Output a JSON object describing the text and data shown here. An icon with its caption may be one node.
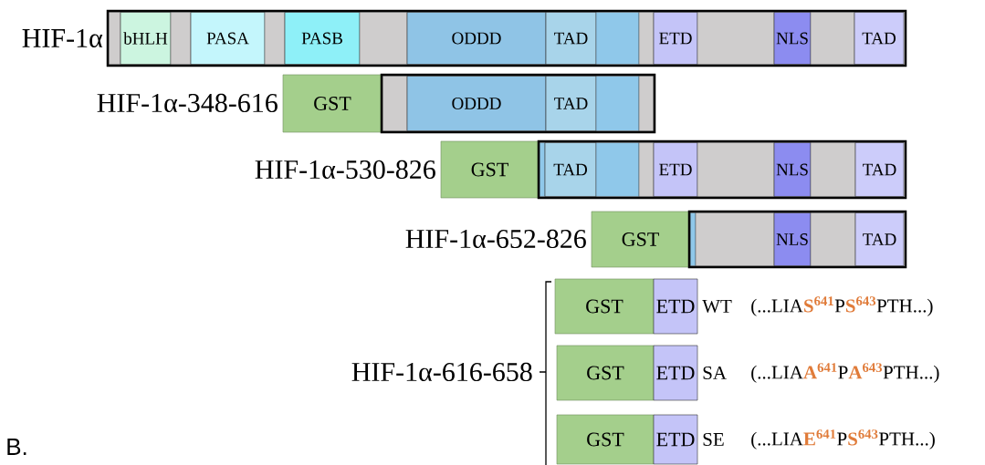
{
  "diagram": {
    "nodes": [
      {
        "text": [],
        "shape": "box"
      },
      {
        "text": [],
        "shape": "box",
        "in": 0
      },
      {
        "text": [
          "bHLH"
        ],
        "in": 0
      },
      {
        "text": [],
        "shape": "box",
        "in": 0
      },
      {
        "text": [
          "PASA"
        ],
        "in": 0
      },
      {
        "text": [],
        "shape": "box",
        "in": 0
      },
      {
        "text": [
          "PASB"
        ],
        "in": 0
      },
      {
        "text": [],
        "shape": "box",
        "in": 0
      },
      {
        "text": [
          "ODDD"
        ],
        "in": 0
      },
      {
        "text": [
          "TAD"
        ],
        "in": 0
      },
      {
        "text": [],
        "shape": "box",
        "in": 0
      },
      {
        "text": [],
        "shape": "box",
        "in": 0
      },
      {
        "text": [
          "ETD"
        ],
        "in": 0
      },
      {
        "text": [],
        "shape": "box",
        "in": 0
      },
      {
        "text": [
          "NLS"
        ],
        "in": 0
      },
      {
        "text": [],
        "shape": "box",
        "in": 0
      },
      {
        "text": [
          "TAD"
        ],
        "in": 0
      },
      {
        "text": [
          "GST"
        ]
      },
      {
        "text": [],
        "shape": "box"
      },
      {
        "text": [],
        "shape": "box",
        "in": 18
      },
      {
        "text": [
          "ODDD"
        ],
        "in": 18
      },
      {
        "text": [
          "TAD"
        ],
        "in": 18
      },
      {
        "text": [],
        "shape": "box",
        "in": 18
      },
      {
        "text": [],
        "shape": "box",
        "in": 18
      },
      {
        "text": [
          "GST"
        ]
      },
      {
        "text": [],
        "shape": "box"
      },
      {
        "text": [],
        "shape": "box",
        "in": 25
      },
      {
        "text": [
          "TAD"
        ],
        "in": 25
      },
      {
        "text": [],
        "shape": "box",
        "in": 25
      },
      {
        "text": [],
        "shape": "box",
        "in": 25
      },
      {
        "text": [
          "ETD"
        ],
        "in": 25
      },
      {
        "text": [],
        "shape": "box",
        "in": 25
      },
      {
        "text": [
          "NLS"
        ],
        "in": 25
      },
      {
        "text": [],
        "shape": "box",
        "in": 25
      },
      {
        "text": [
          "TAD"
        ],
        "in": 25
      },
      {
        "text": [
          "GST"
        ]
      },
      {
        "text": [],
        "shape": "box"
      },
      {
        "text": [],
        "shape": "box",
        "in": 36
      },
      {
        "text": [],
        "shape": "box",
        "in": 36
      },
      {
        "text": [
          "NLS"
        ],
        "in": 36
      },
      {
        "text": [],
        "shape": "box",
        "in": 36
      },
      {
        "text": [
          "TAD"
        ],
        "in": 36
      },
      {
        "text": [
          "GST"
        ]
      },
      {
        "text": [
          "ETD"
        ],
        "beside": [
          "WT",
          "(...LIA**S**$^{641}$P**S**$^{643}$PTH...)"
        ]
      },
      {
        "text": [
          "GST"
        ]
      },
      {
        "text": [
          "ETD"
        ],
        "beside": [
          "SA",
          "(...LIA**A**$^{641}$P**A**$^{643}$PTH...)"
        ]
      },
      {
        "text": [
          "GST"
        ]
      },
      {
        "text": [
          "ETD"
        ],
        "beside": [
          "SE",
          "(...LIA**E**$^{641}$P**S**$^{643}$PTH...)"
        ]
      }
    ],
    "labels": [
      "HIF-1α",
      "HIF-1α-348-616",
      "HIF-1α-530-826",
      "HIF-1α-652-826",
      "HIF-1α-616-658",
      "B."
    ]
  }
}
